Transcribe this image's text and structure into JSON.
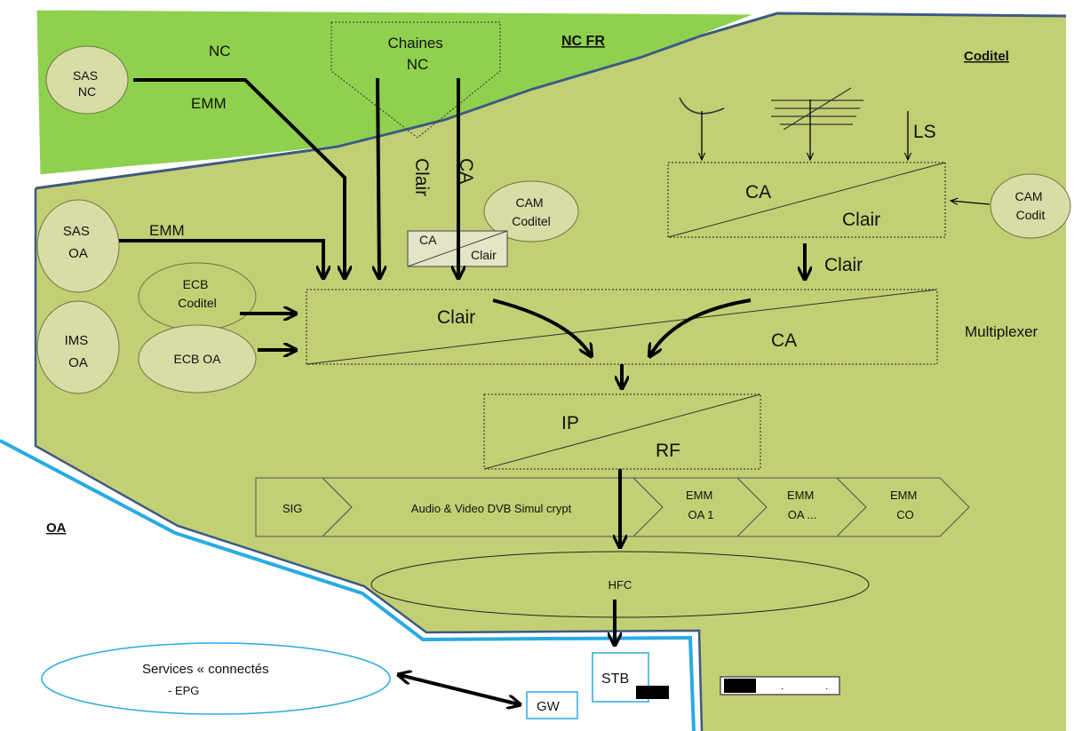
{
  "zones": {
    "nc": "NC",
    "nc_fr": "NC FR",
    "coditel": "Coditel",
    "oa": "OA"
  },
  "nodes": {
    "sas_nc": [
      "SAS",
      "NC"
    ],
    "chaines_nc": [
      "Chaines",
      "NC"
    ],
    "sas_oa": [
      "SAS",
      "OA"
    ],
    "ims_oa": [
      "IMS",
      "OA"
    ],
    "ecb_coditel": [
      "ECB",
      "Coditel"
    ],
    "ecb_oa": "ECB OA",
    "cam_coditel": [
      "CAM",
      "Coditel"
    ],
    "cam_codit": [
      "CAM",
      "Codit"
    ],
    "hfc": "HFC",
    "stb": "STB",
    "gw": "GW",
    "multiplexer": "Multiplexer",
    "services": [
      "Services « connectés",
      "- EPG"
    ]
  },
  "labels": {
    "emm_nc": "EMM",
    "emm_oa": "EMM",
    "clair_vertical": "Clair",
    "ca_vertical": "CA",
    "ls": "LS",
    "clair_arrow": "Clair",
    "dot1": ".",
    "dot2": "."
  },
  "split_boxes": {
    "sat_box": {
      "top": "CA",
      "bottom": "Clair"
    },
    "small_box": {
      "top": "CA",
      "bottom": "Clair"
    },
    "mux_box": {
      "top": "Clair",
      "bottom": "CA"
    },
    "iprf_box": {
      "top": "IP",
      "bottom": "RF"
    }
  },
  "stream": [
    {
      "line1": "SIG",
      "line2": ""
    },
    {
      "line1": "Audio & Video DVB Simul crypt",
      "line2": ""
    },
    {
      "line1": "EMM",
      "line2": "OA 1"
    },
    {
      "line1": "EMM",
      "line2": "OA ..."
    },
    {
      "line1": "EMM",
      "line2": "CO"
    }
  ],
  "colors": {
    "nc_zone": "#8fd14f",
    "coditel_zone": "#c3cf74",
    "boundary_dark": "#3d5a80",
    "boundary_blue": "#29abe2",
    "oval_fill": "#d8dca6"
  }
}
